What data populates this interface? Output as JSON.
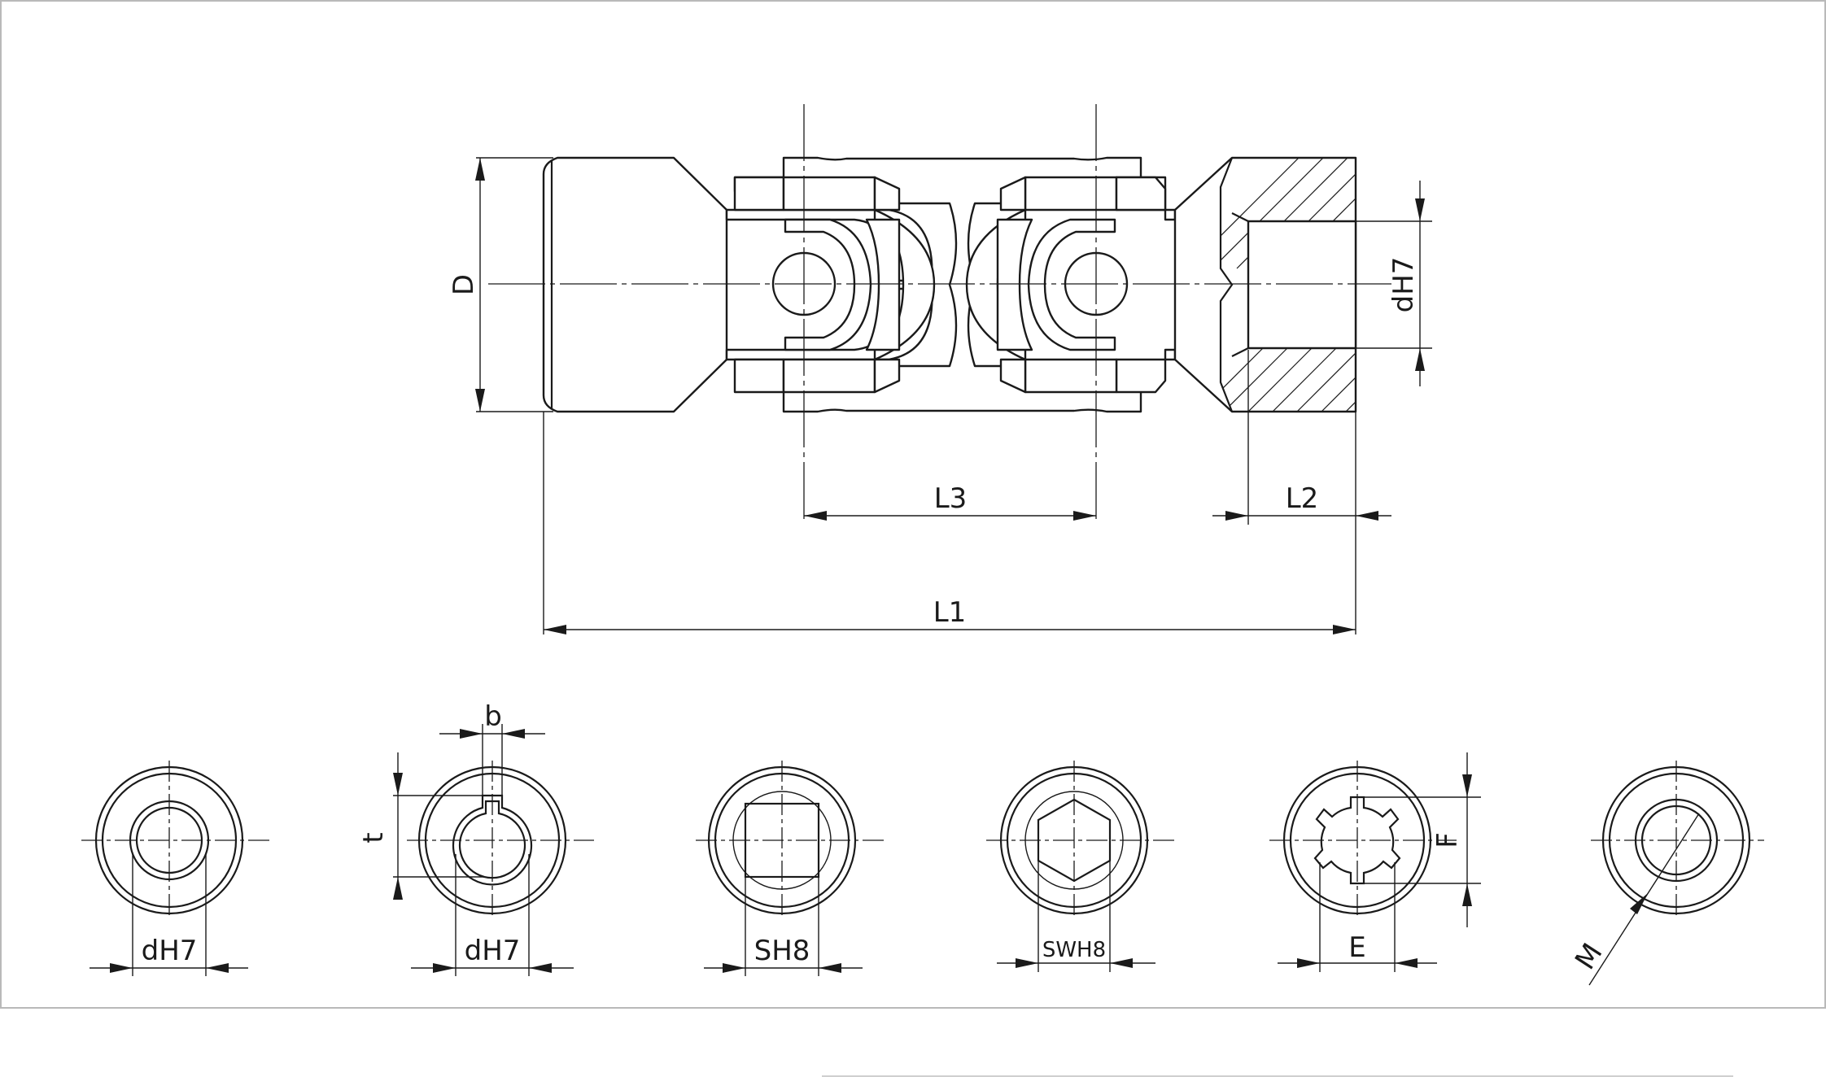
{
  "main_view": {
    "dimensions": {
      "D": "D",
      "dH7": "dH7",
      "L1": "L1",
      "L2": "L2",
      "L3": "L3"
    }
  },
  "bore_views": [
    {
      "id": "round",
      "label": "dH7"
    },
    {
      "id": "keyway",
      "label": "dH7",
      "label_b": "b",
      "label_t": "t"
    },
    {
      "id": "square",
      "label": "SH8"
    },
    {
      "id": "hex",
      "label": "SWH8"
    },
    {
      "id": "spline",
      "label": "E",
      "label_f": "F"
    },
    {
      "id": "thread",
      "label": "M"
    }
  ],
  "colors": {
    "line": "#1a1a1a",
    "frame": "#b9b9b9",
    "background": "#ffffff"
  }
}
